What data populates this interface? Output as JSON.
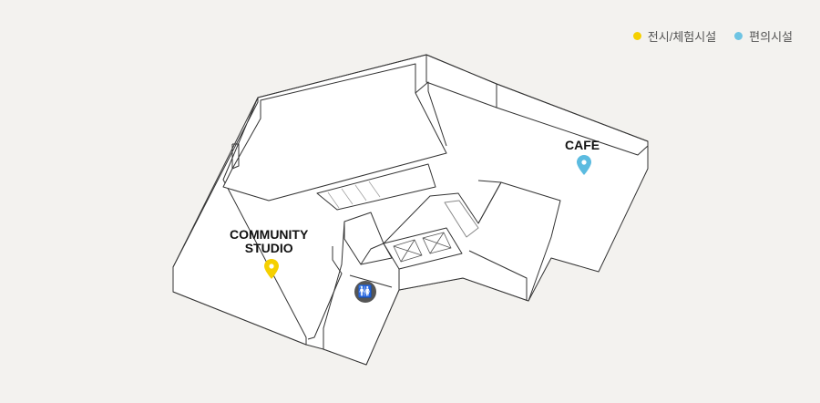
{
  "legend": [
    {
      "label": "전시/체험시설",
      "color": "#f5d000"
    },
    {
      "label": "편의시설",
      "color": "#6ec4e3"
    }
  ],
  "places": [
    {
      "name": "COMMUNITY\nSTUDIO",
      "line1": "COMMUNITY",
      "line2": "STUDIO",
      "category": "전시/체험시설",
      "color": "#f5d000"
    },
    {
      "name": "CAFE",
      "line1": "CAFE",
      "category": "편의시설",
      "color": "#6ec4e3"
    }
  ],
  "icons": {
    "restroom": "restroom-icon"
  }
}
